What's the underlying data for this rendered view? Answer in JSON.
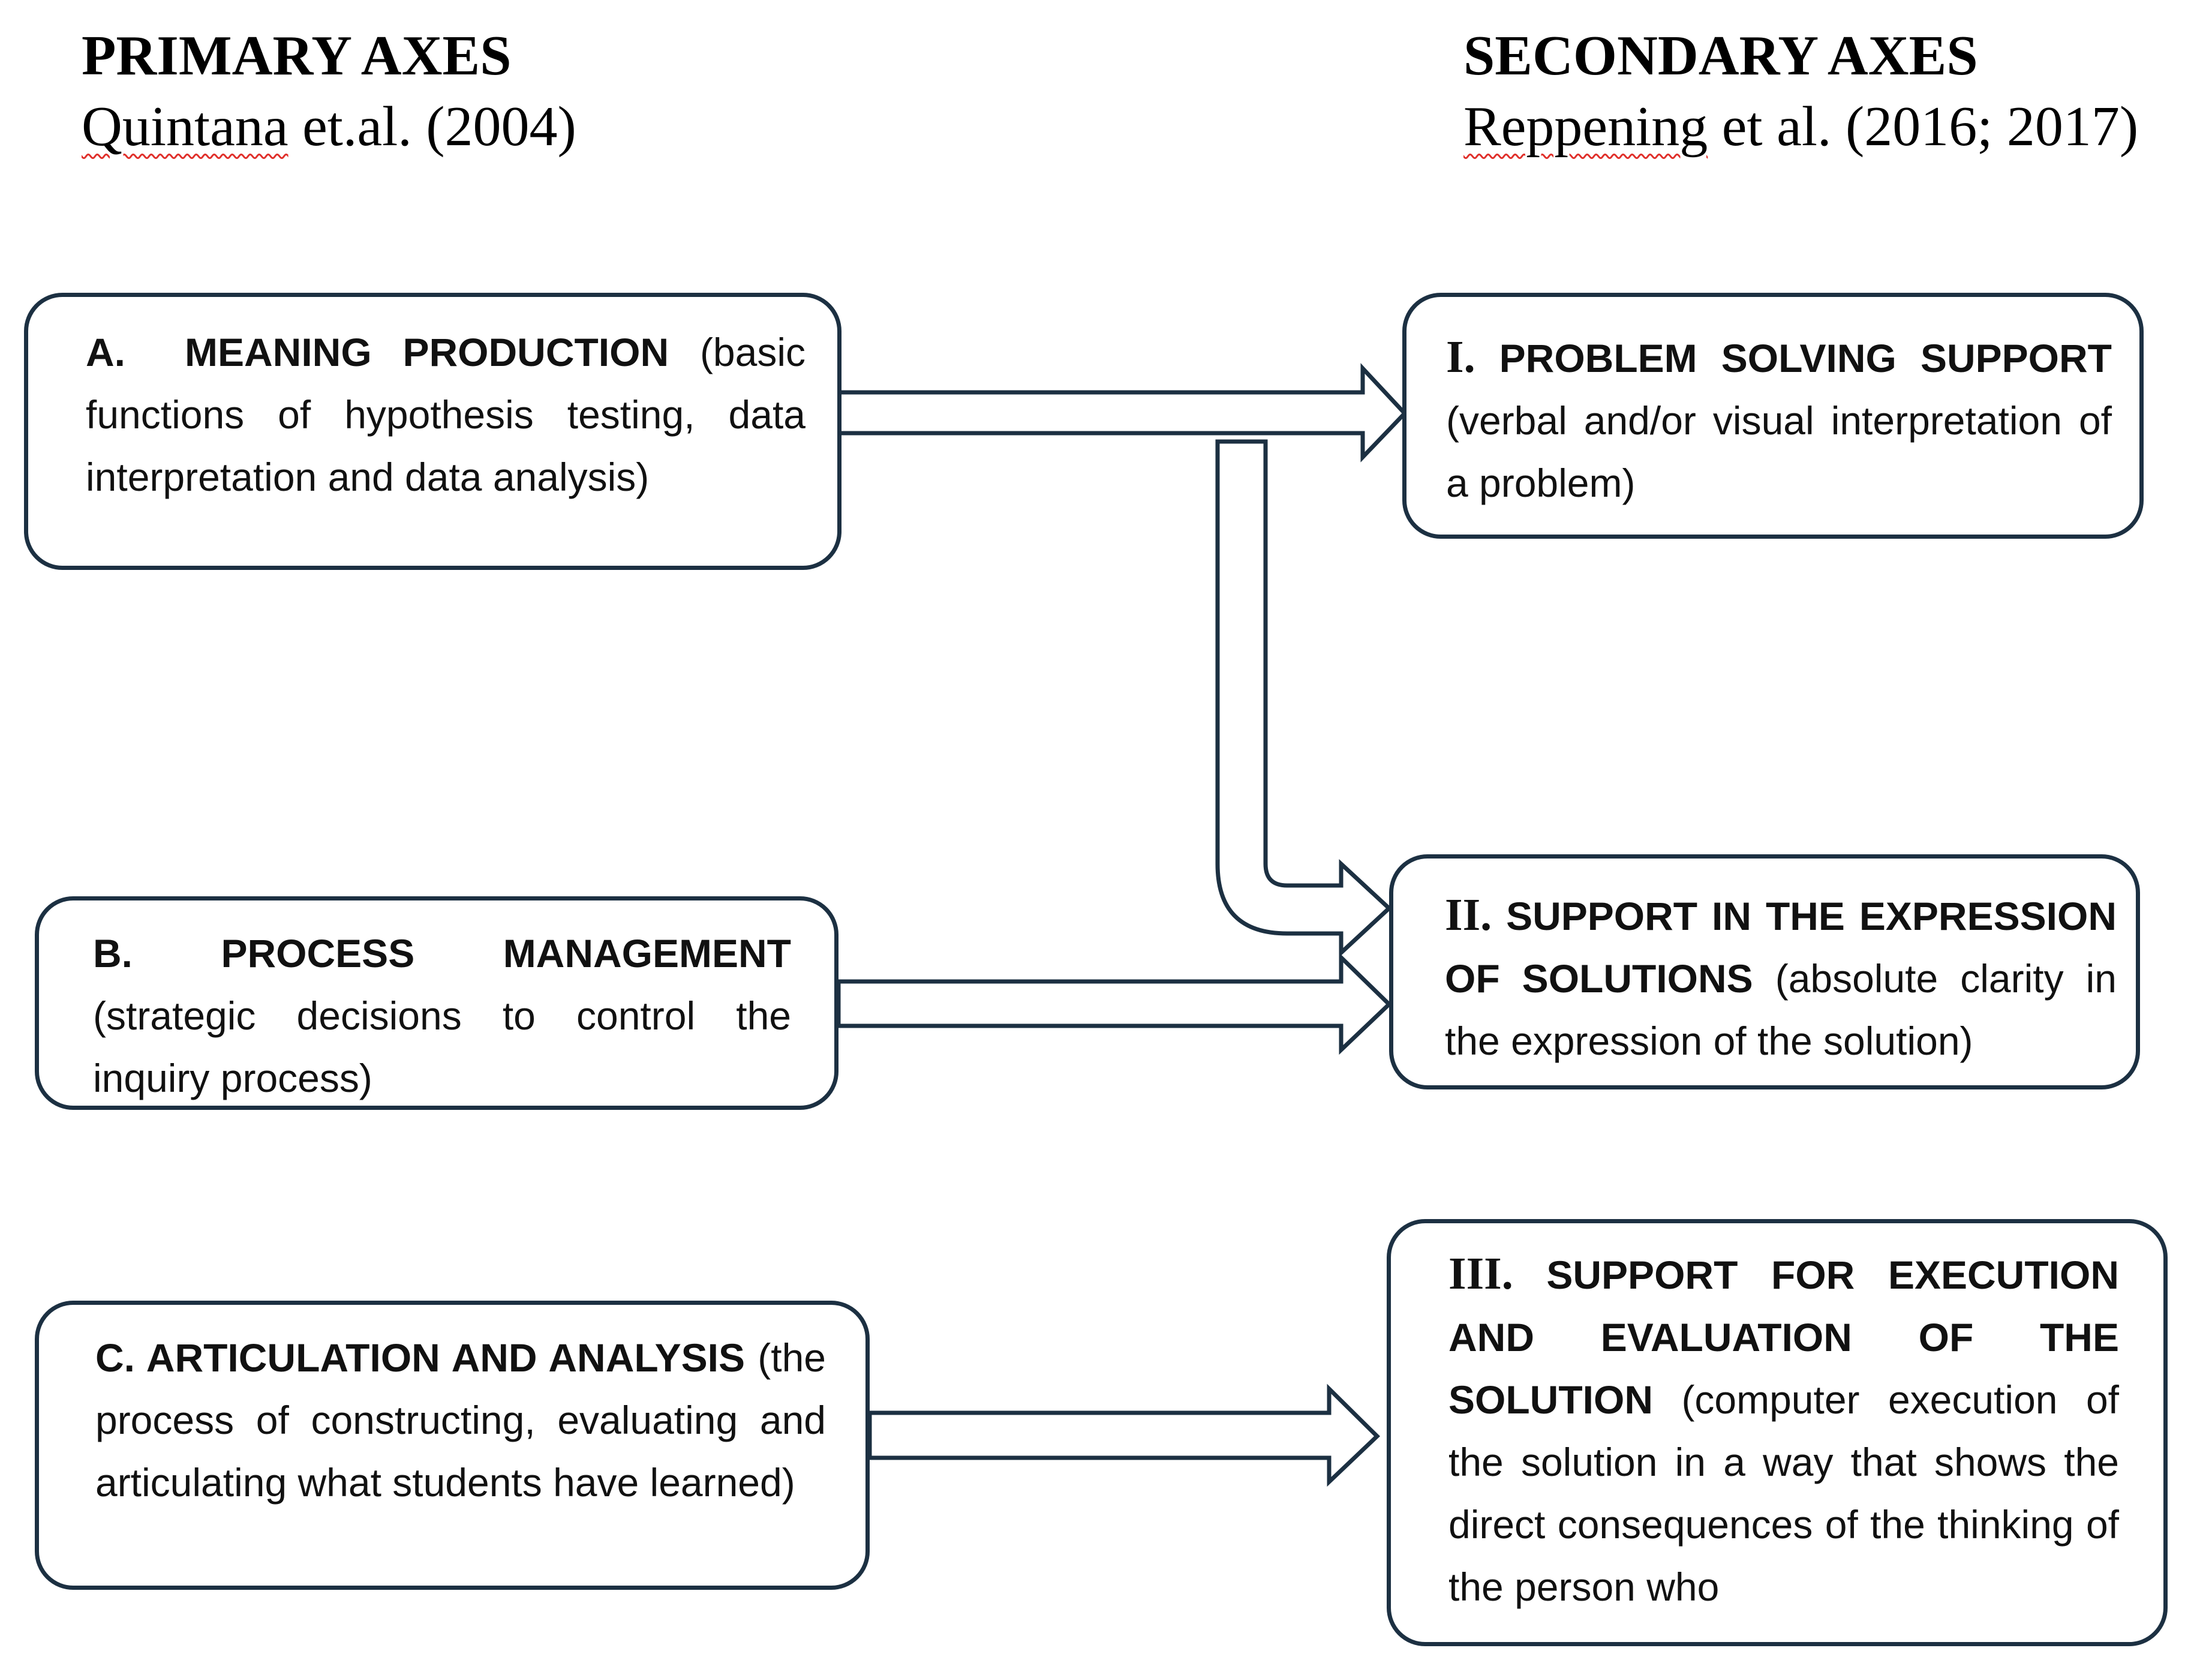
{
  "headings": {
    "primary": {
      "title": "PRIMARY AXES",
      "author": "Quintana",
      "cite_rest": " et.al. (2004)"
    },
    "secondary": {
      "title": "SECONDARY AXES",
      "author": "Reppening",
      "cite_rest": " et al. (2016; 2017)"
    }
  },
  "primary_axes": [
    {
      "lead": "A.  MEANING PRODUCTION",
      "description": " (basic functions of hypothesis testing, data interpretation and data analysis)"
    },
    {
      "lead": "B. PROCESS MANAGEMENT",
      "description": " (strategic decisions to control the inquiry process)"
    },
    {
      "lead": "C. ARTICULATION AND ANALYSIS",
      "description": " (the process of constructing, evaluating and articulating what students have learned)"
    }
  ],
  "secondary_axes": [
    {
      "numeral": "I.",
      "lead": " PROBLEM SOLVING SUPPORT",
      "description": " (verbal and/or visual interpretation of a problem)"
    },
    {
      "numeral": "II.",
      "lead": " SUPPORT IN THE EXPRESSION OF SOLUTIONS",
      "description": " (absolute clarity in the expression of the solution)"
    },
    {
      "numeral": "III.",
      "lead": " SUPPORT FOR EXECUTION AND EVALUATION OF THE SOLUTION",
      "description": " (computer execution of the solution in a way that shows the direct consequences of the thinking of the person who"
    }
  ],
  "colors": {
    "box_border": "#1c3042",
    "arrow_stroke": "#1c3042",
    "spell_underline": "#e0302b"
  }
}
